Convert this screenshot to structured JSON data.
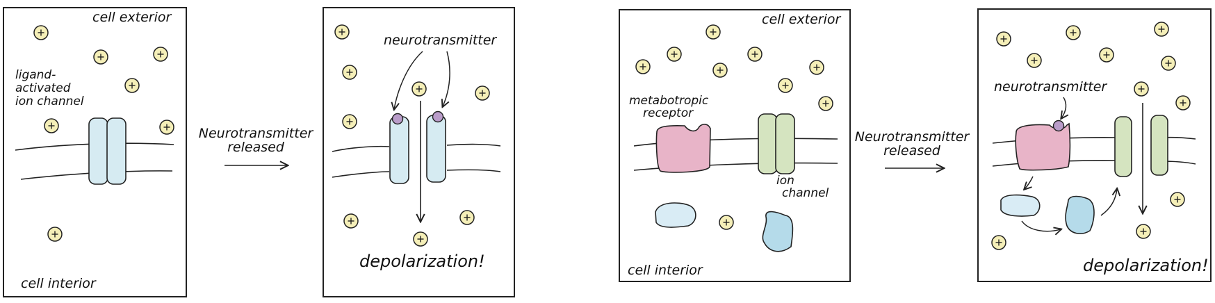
{
  "colors": {
    "ion": "#f5efb8",
    "ion_stroke": "#222222",
    "channel_blue": "#d6ebf2",
    "channel_green": "#d5e4c0",
    "receptor_pink": "#e8b4c8",
    "ligand_purple": "#b99cc9",
    "protein_light_blue": "#d9ecf5",
    "protein_blue": "#b5dbea"
  },
  "icons": {
    "ion": "plus-circle-icon"
  },
  "panels": [
    {
      "exterior": "cell exterior",
      "interior": "cell interior",
      "channel_label": [
        "ligand-",
        "activated",
        "ion channel"
      ]
    },
    {
      "neurotransmitter": "neurotransmitter",
      "result": "depolarization!"
    },
    {
      "exterior": "cell exterior",
      "interior": "cell interior",
      "receptor_label": [
        "metabotropic",
        "receptor"
      ],
      "channel_label": [
        "ion",
        "channel"
      ]
    },
    {
      "neurotransmitter": "neurotransmitter",
      "result": "depolarization!"
    }
  ],
  "transitions": [
    {
      "line1": "Neurotransmitter",
      "line2": "released"
    },
    {
      "line1": "Neurotransmitter",
      "line2": "released"
    }
  ]
}
